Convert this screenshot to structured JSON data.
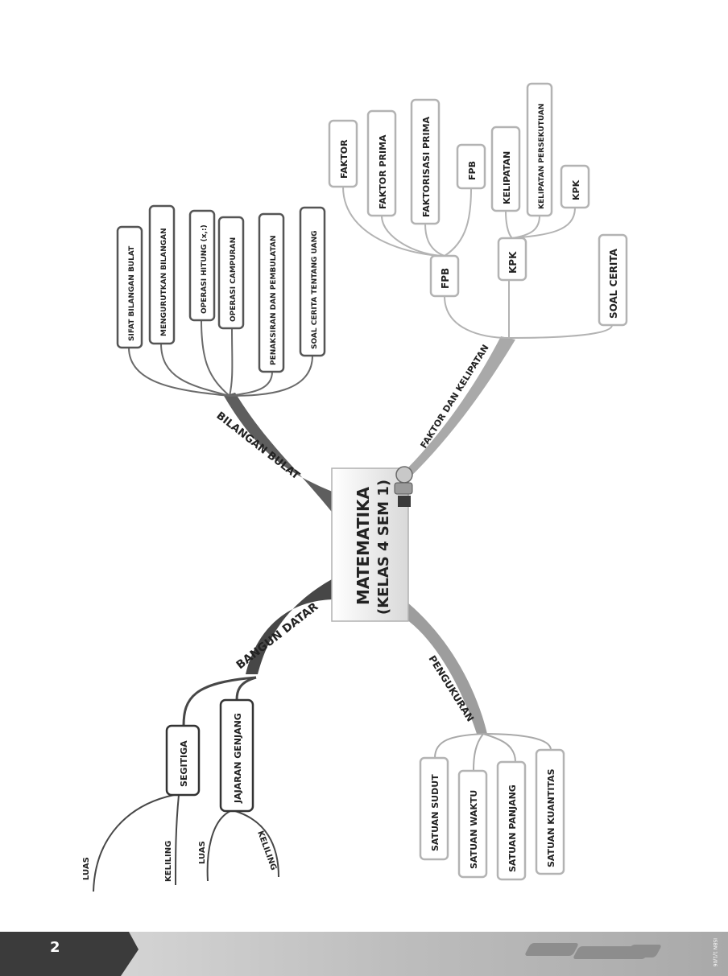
{
  "center": {
    "line1": "MATEMATIKA",
    "line2": "(KELAS 4 SEM 1)"
  },
  "branches": {
    "bilangan_bulat": "BILANGAN BULAT",
    "faktor_kelipatan": "FAKTOR DAN KELIPATAN",
    "bangun_datar": "BANGUN DATAR",
    "pengukuran": "PENGUKURAN"
  },
  "bilangan_bulat_items": [
    "SIFAT BILANGAN BULAT",
    "MENGURUTKAN BILANGAN",
    "OPERASI HITUNG (x,:)",
    "OPERASI CAMPURAN",
    "PENAKSIRAN DAN PEMBULATAN",
    "SOAL CERITA TENTANG UANG"
  ],
  "faktor": {
    "fpb": "FPB",
    "kpk": "KPK",
    "soal_cerita": "SOAL CERITA",
    "fpb_items": [
      "FAKTOR",
      "FAKTOR PRIMA",
      "FAKTORISASI PRIMA",
      "FPB"
    ],
    "kpk_items": [
      "KELIPATAN",
      "KELIPATAN PERSEKUTUAN",
      "KPK"
    ]
  },
  "bangun": {
    "segitiga": "SEGITIGA",
    "jajaran_genjang": "JAJARAN GENJANG",
    "segitiga_items": [
      "LUAS",
      "KELILING"
    ],
    "jajaran_items": [
      "LUAS",
      "KELILING"
    ]
  },
  "pengukuran_items": [
    "SATUAN SUDUT",
    "SATUAN WAKTU",
    "SATUAN PANJANG",
    "SATUAN KUANTITAS"
  ],
  "footer": {
    "page_number": "2",
    "side_code": "ISBN 1/1/06"
  },
  "colors": {
    "dark": "#474747",
    "mid": "#5e5e5e",
    "light": "#a9a9a9",
    "node_light": "#b3b3b3"
  }
}
